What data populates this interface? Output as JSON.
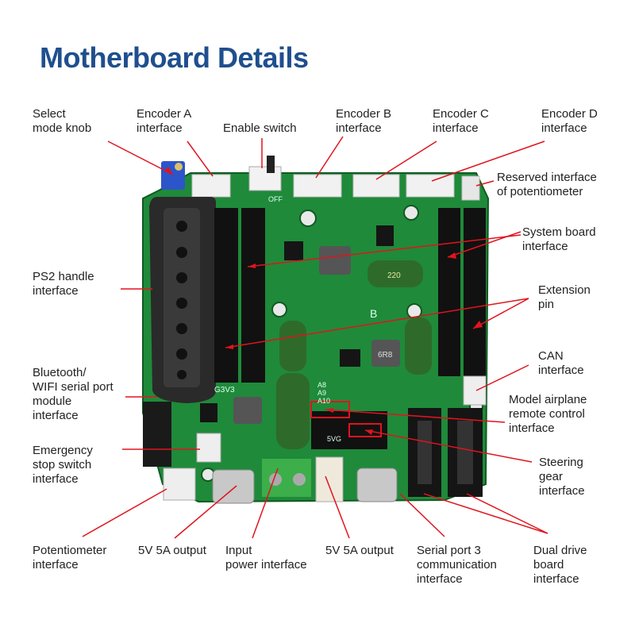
{
  "title": "Motherboard Details",
  "labels": {
    "select_mode_knob": "Select\nmode knob",
    "encoder_a": "Encoder A\ninterface",
    "enable_switch": "Enable switch",
    "encoder_b": "Encoder B\ninterface",
    "encoder_c": "Encoder C\ninterface",
    "encoder_d": "Encoder D\ninterface",
    "reserved_pot": "Reserved interface\nof potentiometer",
    "system_board": "System board\ninterface",
    "ps2_handle": "PS2 handle\ninterface",
    "extension_pin": "Extension\npin",
    "can": "CAN\ninterface",
    "bluetooth": "Bluetooth/\nWIFI serial port\nmodule\ninterface",
    "model_airplane": "Model airplane\nremote control\ninterface",
    "emergency_stop": "Emergency\nstop switch\ninterface",
    "steering_gear": "Steering\ngear\ninterface",
    "potentiometer": "Potentiometer\ninterface",
    "output_5v_left": "5V 5A output",
    "input_power": "Input\npower interface",
    "output_5v_right": "5V 5A output",
    "serial_port_3": "Serial port 3\ncommunication\ninterface",
    "dual_drive": "Dual drive\nboard\ninterface"
  },
  "board_silkscreen": {
    "off": "OFF",
    "b": "B",
    "g3v3": "G3V3",
    "cap_220": "220",
    "inductor_6r8": "6R8",
    "a8": "A8",
    "a9": "A9",
    "a10": "A10",
    "svg": "5VG"
  },
  "colors": {
    "title": "#1f4f8e",
    "pcb": "#1f8a3a",
    "pointer": "#e0141e",
    "header": "#111111",
    "capacitor": "#2e6b2a",
    "usb": "#c8c8c8",
    "terminal": "#3cae4a"
  }
}
